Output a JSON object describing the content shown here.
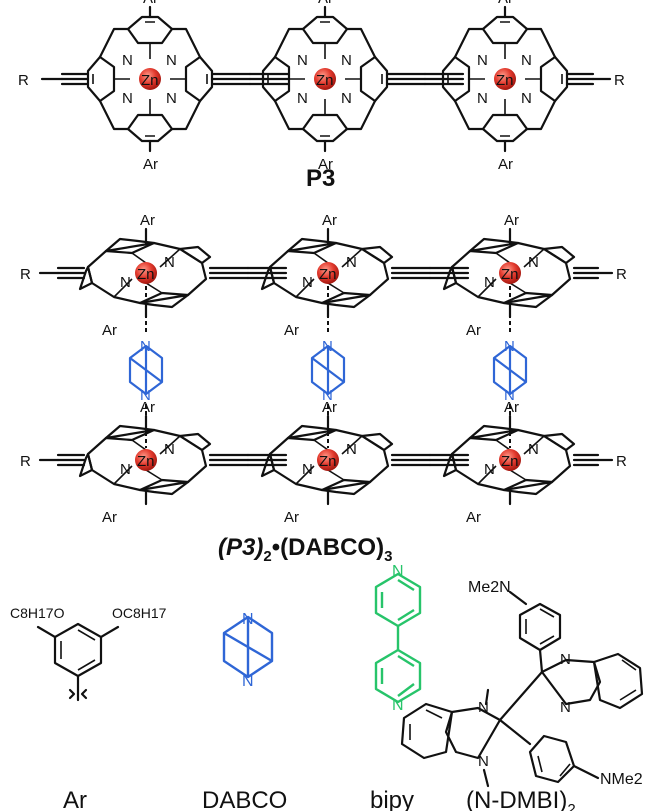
{
  "labels": {
    "p3": "P3",
    "complex_main": "(P3)",
    "complex_sub1": "2",
    "complex_dot": "•",
    "complex_mid": "(DABCO)",
    "complex_sub2": "3",
    "ar": "Ar",
    "dabco": "DABCO",
    "bipy": "bipy",
    "ndmbi_main": "(N-DMBI)",
    "ndmbi_sub": "2"
  },
  "atoms": {
    "zn": "Zn",
    "n": "N",
    "ar": "Ar",
    "r": "R",
    "ar_sub_left": "C8H17O",
    "ar_sub_right": "OC8H17",
    "me2n": "Me2N",
    "nme2": "NMe2"
  },
  "colors": {
    "zn_fill": "#e23a2e",
    "dabco": "#2f66d6",
    "bipy": "#27c46a",
    "bond": "#111111"
  }
}
